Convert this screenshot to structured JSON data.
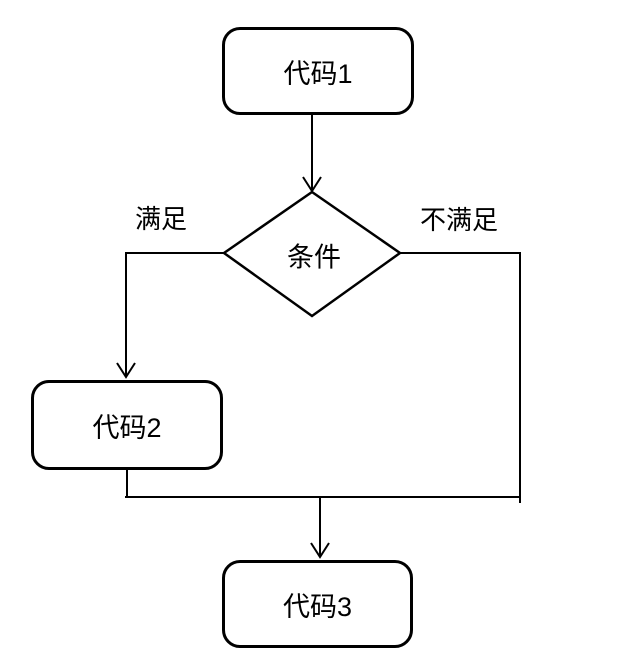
{
  "diagram": {
    "type": "flowchart",
    "background_color": "#ffffff",
    "stroke_color": "#000000",
    "nodes": [
      {
        "id": "code1",
        "shape": "rounded-rect",
        "label": "代码1"
      },
      {
        "id": "condition",
        "shape": "diamond",
        "label": "条件"
      },
      {
        "id": "code2",
        "shape": "rounded-rect",
        "label": "代码2"
      },
      {
        "id": "code3",
        "shape": "rounded-rect",
        "label": "代码3"
      }
    ],
    "edges": [
      {
        "from": "code1",
        "to": "condition",
        "label": ""
      },
      {
        "from": "condition",
        "to": "code2",
        "label": "满足"
      },
      {
        "from": "condition",
        "to": "code3",
        "label": "不满足"
      },
      {
        "from": "code2",
        "to": "code3",
        "label": ""
      }
    ]
  }
}
